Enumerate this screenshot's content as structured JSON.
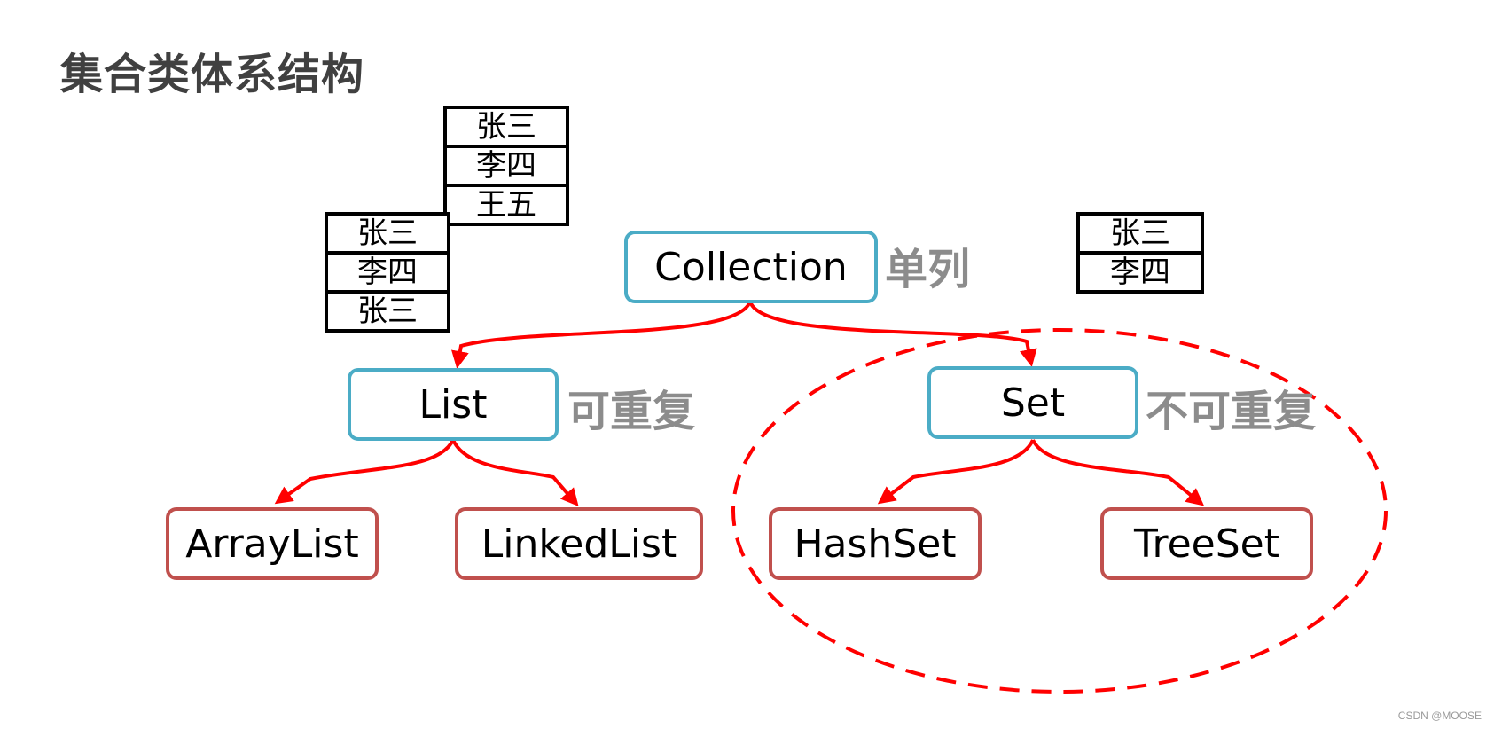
{
  "title": "集合类体系结构",
  "nodes": {
    "collection": "Collection",
    "list": "List",
    "set": "Set",
    "arraylist": "ArrayList",
    "linkedlist": "LinkedList",
    "hashset": "HashSet",
    "treeset": "TreeSet"
  },
  "notes": {
    "collection": "单列",
    "list": "可重复",
    "set": "不可重复"
  },
  "stacks": {
    "top": [
      "张三",
      "李四",
      "王五"
    ],
    "list_example": [
      "张三",
      "李四",
      "张三"
    ],
    "set_example": [
      "张三",
      "李四"
    ]
  },
  "colors": {
    "interface_border": "#4bacc6",
    "implementation_border": "#c0504d",
    "arrow": "#ff0000",
    "note_text": "#8c8c8c"
  },
  "watermark": "CSDN @MOOSE"
}
